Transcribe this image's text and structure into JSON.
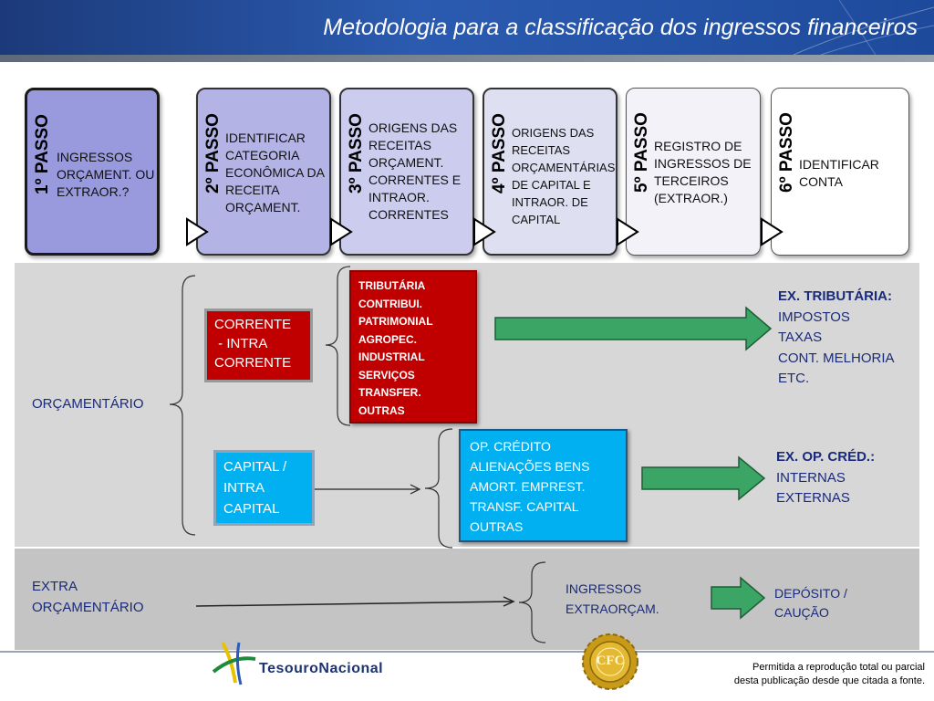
{
  "header": {
    "title": "Metodologia para a classificação dos ingressos financeiros"
  },
  "steps": [
    {
      "label": "1º PASSO",
      "text": "INGRESSOS ORÇAMENT. OU EXTRAOR.?",
      "color": "#9999dd"
    },
    {
      "label": "2º PASSO",
      "text": "IDENTIFICAR CATEGORIA ECONÔMICA DA RECEITA ORÇAMENT.",
      "color": "#b3b3e6"
    },
    {
      "label": "3º PASSO",
      "text": "ORIGENS DAS RECEITAS ORÇAMENT. CORRENTES E INTRAOR. CORRENTES",
      "color": "#ccccee"
    },
    {
      "label": "4º PASSO",
      "text": "ORIGENS DAS RECEITAS ORÇAMENTÁRIAS DE CAPITAL E INTRAOR. DE CAPITAL",
      "color": "#dfdff2"
    },
    {
      "label": "5º PASSO",
      "text": "REGISTRO DE INGRESSOS DE TERCEIROS (EXTRAOR.)",
      "color": "#f2f2f8"
    },
    {
      "label": "6º PASSO",
      "text": "IDENTIFICAR CONTA",
      "color": "#ffffff"
    }
  ],
  "orcamentario": {
    "label": "ORÇAMENTÁRIO",
    "corrente": [
      "CORRENTE",
      " - INTRA",
      "CORRENTE"
    ],
    "capital": [
      "CAPITAL /",
      "INTRA",
      "CAPITAL"
    ],
    "origens_correntes": [
      "TRIBUTÁRIA",
      "CONTRIBUI.",
      "PATRIMONIAL",
      "AGROPEC.",
      "INDUSTRIAL",
      "SERVIÇOS",
      "TRANSFER.",
      "OUTRAS"
    ],
    "origens_capital": [
      "OP. CRÉDITO",
      "ALIENAÇÕES BENS",
      "AMORT. EMPREST.",
      "TRANSF. CAPITAL",
      "OUTRAS"
    ],
    "ex_tributaria": {
      "title": "EX. TRIBUTÁRIA:",
      "items": [
        "IMPOSTOS",
        "TAXAS",
        "CONT. MELHORIA",
        "ETC."
      ]
    },
    "ex_credito": {
      "title": "EX. OP. CRÉD.:",
      "items": [
        "INTERNAS",
        "EXTERNAS"
      ]
    }
  },
  "extra": {
    "label": [
      "EXTRA",
      "ORÇAMENTÁRIO"
    ],
    "ingressos": [
      "INGRESSOS",
      "EXTRAORÇAM."
    ],
    "deposito": [
      "DEPÓSITO /",
      "CAUÇÃO"
    ]
  },
  "footer": {
    "logo_text": "TesouroNacional",
    "cfc_text": "CFC",
    "note": [
      "Permitida a reprodução total ou parcial",
      "desta publicação desde que citada a fonte."
    ]
  },
  "colors": {
    "red_box": "#c00000",
    "cyan_box": "#00b0f0",
    "green_arrow": "#3aa564",
    "label_blue": "#1a2a7a"
  }
}
